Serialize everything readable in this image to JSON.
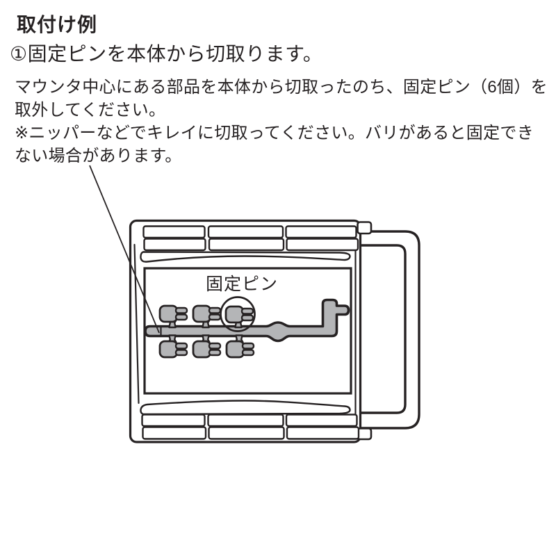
{
  "document": {
    "heading": "取付け例",
    "step1": "①固定ピンを本体から切取ります。",
    "body_lines": [
      "マウンタ中心にある部品を本体から切取ったのち、固定ピン（6個）を",
      "取外してください。",
      "※ニッパーなどでキレイに切取ってください。バリがあると固定でき",
      "ない場合があります。"
    ]
  },
  "diagram": {
    "pin_label": "固定ピン",
    "colors": {
      "ink": "#262223",
      "part_fill": "#b4b5b7",
      "background": "#ffffff"
    }
  }
}
